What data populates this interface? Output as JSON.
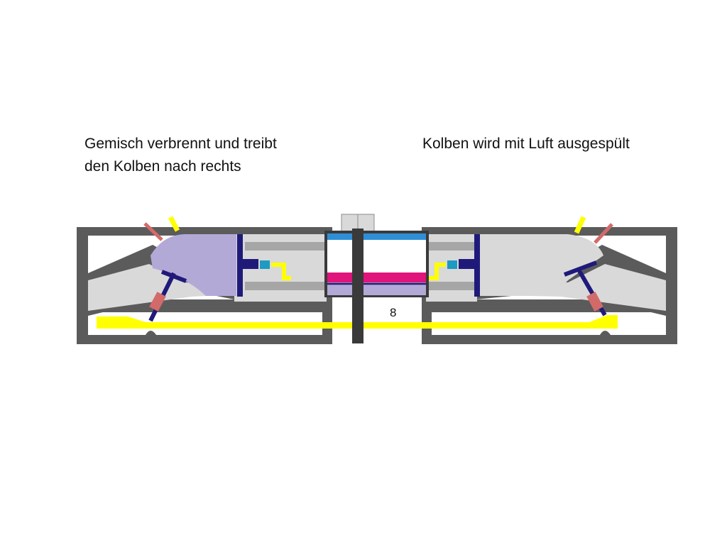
{
  "captions": {
    "left_line1": "Gemisch verbrennt und treibt",
    "left_line2": "den Kolben nach rechts",
    "right": "Kolben wird mit Luft ausgespült"
  },
  "diagram": {
    "center_label": "8",
    "colors": {
      "housing": "#5b5b5b",
      "chamber": "#d9d9d9",
      "combustion_gas": "#b3a9d6",
      "valve": "#1f1a7a",
      "yellow_pipe": "#ffff00",
      "blue_bar": "#2f8fd6",
      "magenta_bar": "#e0147a",
      "shaft": "#3a3a3a",
      "spark": "#d36a6a"
    }
  }
}
